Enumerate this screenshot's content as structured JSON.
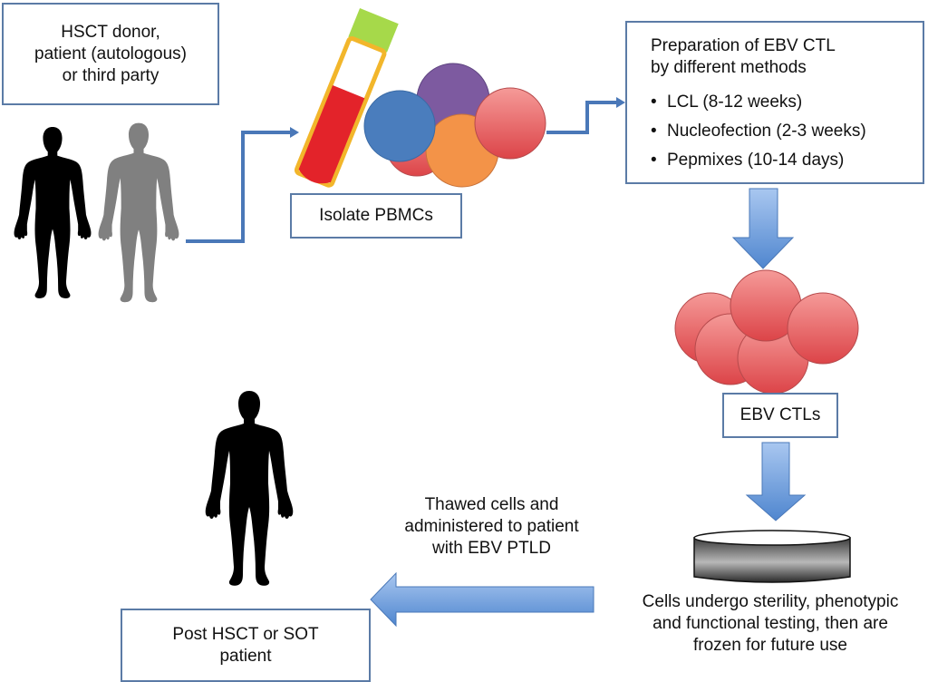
{
  "diagram": {
    "donor_box": {
      "lines": [
        "HSCT donor,",
        "patient (autologous)",
        "or third party"
      ]
    },
    "pbmc_box": {
      "label": "Isolate PBMCs"
    },
    "prep_box": {
      "title_lines": [
        "Preparation of EBV CTL",
        "by different methods"
      ],
      "bullet": "•",
      "methods": [
        "LCL (8-12 weeks)",
        "Nucleofection (2-3 weeks)",
        "Pepmixes (10-14 days)"
      ]
    },
    "ctl_box": {
      "label": "EBV CTLs"
    },
    "frozen_text": {
      "lines": [
        "Cells undergo sterility, phenotypic",
        "and functional testing, then are",
        "frozen for future use"
      ]
    },
    "thaw_text": {
      "lines": [
        "Thawed cells and",
        "administered to patient",
        "with EBV PTLD"
      ]
    },
    "post_box": {
      "lines": [
        "Post HSCT or SOT",
        "patient"
      ]
    },
    "icons": {
      "donor_figure": "human-silhouette-black",
      "recipient_figure": "human-silhouette-gray",
      "tube": "blood-tube",
      "pbmc_cluster": "mixed-cell-cluster",
      "ctl_cluster": "red-cell-cluster",
      "dish": "culture-dish",
      "patient_figure": "human-silhouette-black"
    },
    "colors": {
      "box_border": "#5b7ba6",
      "connector": "#4a78b8",
      "arrow_fill_top": "#a9c7f0",
      "arrow_fill_bottom": "#4f86cf",
      "cell_red": "#e8686a",
      "cell_blue": "#4a7dbd",
      "cell_purple": "#7d5aa0",
      "cell_orange": "#f39348",
      "tube_cap": "#a6d94a",
      "tube_outline": "#f2b62b",
      "blood": "#e3232a",
      "silhouette_black": "#000000",
      "silhouette_gray": "#808080"
    }
  }
}
